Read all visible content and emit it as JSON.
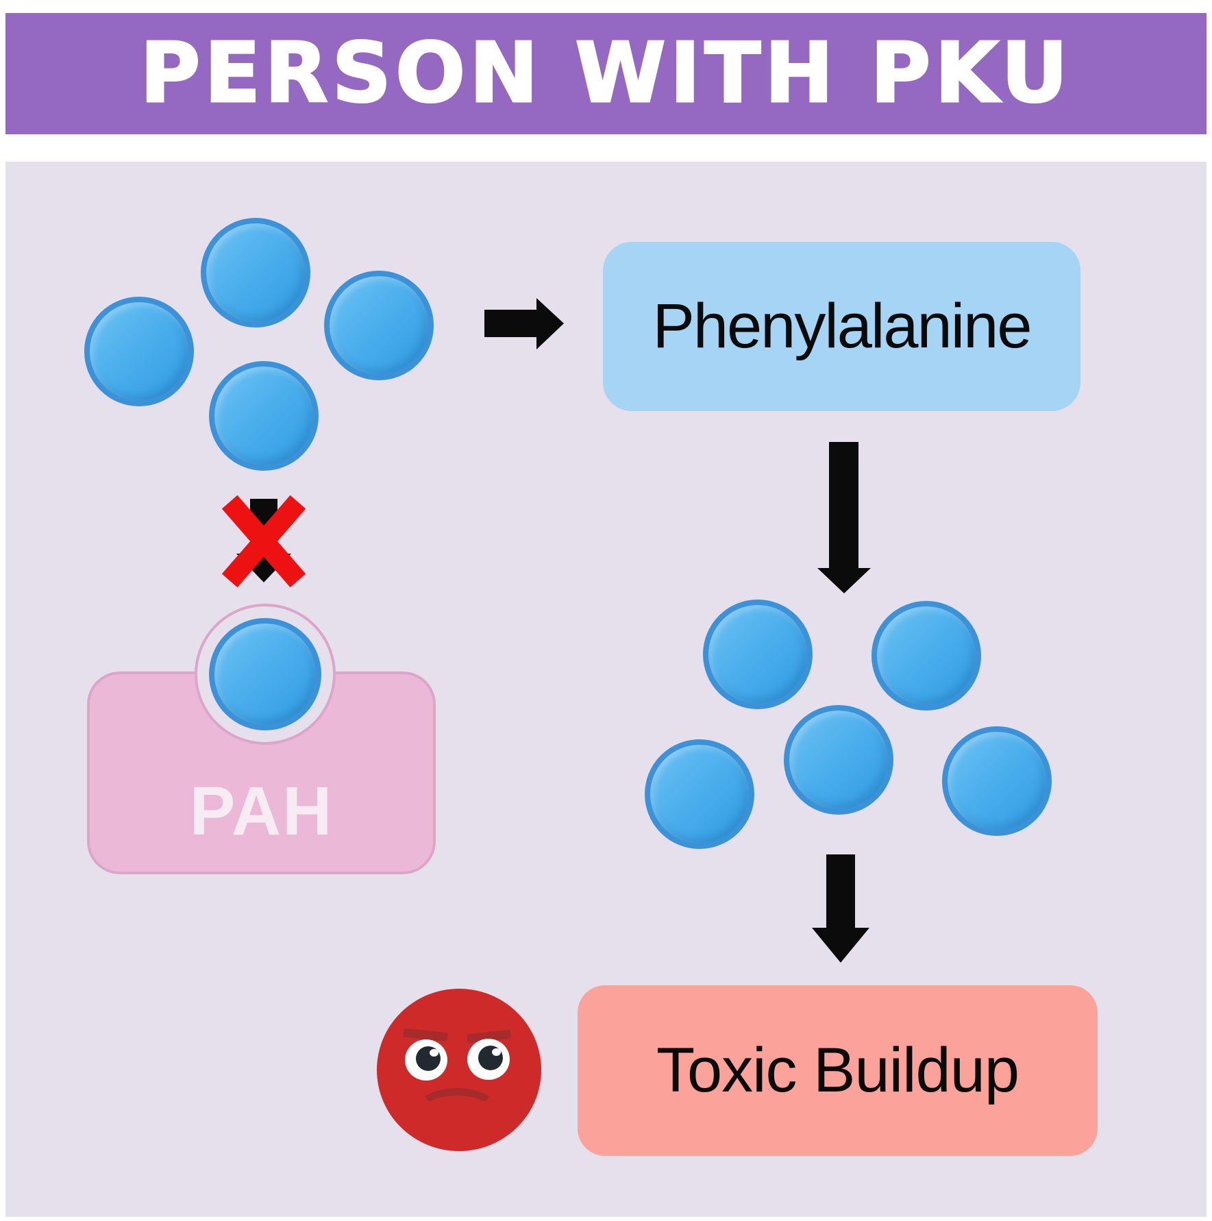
{
  "header": {
    "title": "PERSON WITH PKU"
  },
  "labels": {
    "phenylalanine": "Phenylalanine",
    "pah_enzyme": "PAH",
    "toxic_buildup": "Toxic Buildup"
  },
  "icons": {
    "right_arrow": "black right arrow",
    "down_arrow": "black down arrow",
    "down_arrow_mini": "small black down arrow behind red X",
    "blocked_x": "red X (blocked reaction)",
    "sad_face": "red frowning face emoji",
    "molecule": "blue phenylalanine molecule circle"
  },
  "colors": {
    "header_bg": "#9569C2",
    "header_text": "#FFFFFF",
    "body_bg": "#E5E0EB",
    "page_bg": "#FFFFFF",
    "molecule_fill_light": "#6FC3F4",
    "molecule_fill_dark": "#2F9BE2",
    "molecule_border": "#3B92D8",
    "phenylalanine_box_bg": "#A6D4F5",
    "pah_box_bg": "#EBB9D7",
    "pah_box_border": "#DCA6CB",
    "pah_text": "#F7ECF4",
    "toxic_box_bg": "#FBA29B",
    "arrow_black": "#0B0B0B",
    "x_red": "#EE1111",
    "face_red": "#CE2A2A",
    "face_feature_dark": "#A62C2C",
    "eye_white": "#FFFFFF",
    "pupil_dark": "#232931"
  }
}
